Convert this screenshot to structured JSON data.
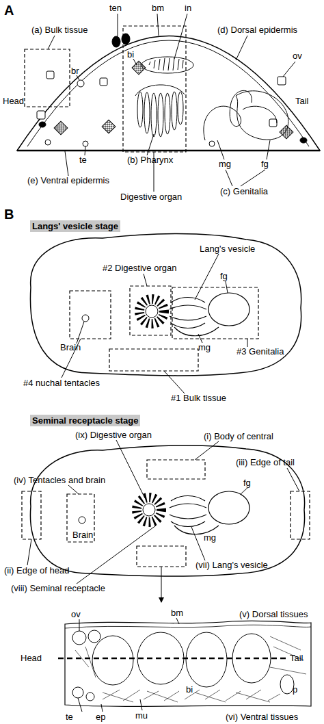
{
  "diagram": {
    "labels": [
      "A",
      "(a) Bulk tissue",
      "ten",
      "bm",
      "in",
      "(d) Dorsal epidermis",
      "bi",
      "br",
      "ov",
      "Head",
      "Tail",
      "te",
      "(b) Pharynx",
      "mg",
      "fg",
      "(e) Ventral epidermis",
      "(c) Genitalia",
      "Digestive organ",
      "B",
      "Langs' vesicle stage",
      "#2 Digestive organ",
      "Lang's vesicle",
      "fg",
      "Brain",
      "mg",
      "#3 Genitalia",
      "#4 nuchal tentacles",
      "#1 Bulk tissue",
      "Seminal receptacle stage",
      "(ix) Digestive organ",
      "(i) Body of central",
      "(iii) Edge of tail",
      "(iv) Tentacles and brain",
      "fg",
      "Brain",
      "mg",
      "(ii) Edge of head",
      "(vii) Lang's vesicle",
      "(viii) Seminal receptacle",
      "ov",
      "bm",
      "(v) Dorsal tissues",
      "Head",
      "Tail",
      "bi",
      "p",
      "te",
      "ep",
      "mu",
      "(vi) Ventral tissues"
    ]
  }
}
